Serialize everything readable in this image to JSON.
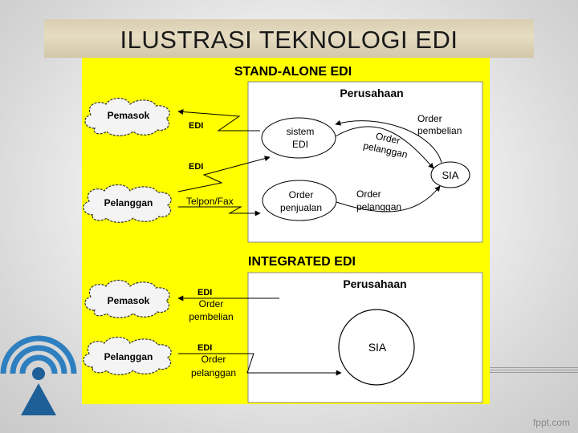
{
  "slide": {
    "title": "ILUSTRASI TEKNOLOGI EDI",
    "footer": "fppt.com"
  },
  "standalone": {
    "heading": "STAND-ALONE EDI",
    "company": "Perusahaan",
    "pemasok": "Pemasok",
    "pelanggan": "Pelanggan",
    "edi_top": "EDI",
    "edi_mid": "EDI",
    "telpon": "Telpon/Fax",
    "sistem_line1": "sistem",
    "sistem_line2": "EDI",
    "order_jual_line1": "Order",
    "order_jual_line2": "penjualan",
    "sia": "SIA",
    "order_pelanggan_curved_line1": "Order",
    "order_pelanggan_curved_line2": "pelanggan",
    "order_pembelian_line1": "Order",
    "order_pembelian_line2": "pembelian",
    "order_pelanggan_line1": "Order",
    "order_pelanggan_line2": "pelanggan"
  },
  "integrated": {
    "heading": "INTEGRATED EDI",
    "company": "Perusahaan",
    "pemasok": "Pemasok",
    "pelanggan": "Pelanggan",
    "edi_1": "EDI",
    "order_1_line1": "Order",
    "order_1_line2": "pembelian",
    "edi_2": "EDI",
    "order_2_line1": "Order",
    "order_2_line2": "pelanggan",
    "sia": "SIA"
  },
  "colors": {
    "panel_yellow": "#ffff00",
    "white_box": "#ffffff",
    "cloud_fill": "#f4f4f4",
    "icon_blue": "#2e7fc0"
  }
}
